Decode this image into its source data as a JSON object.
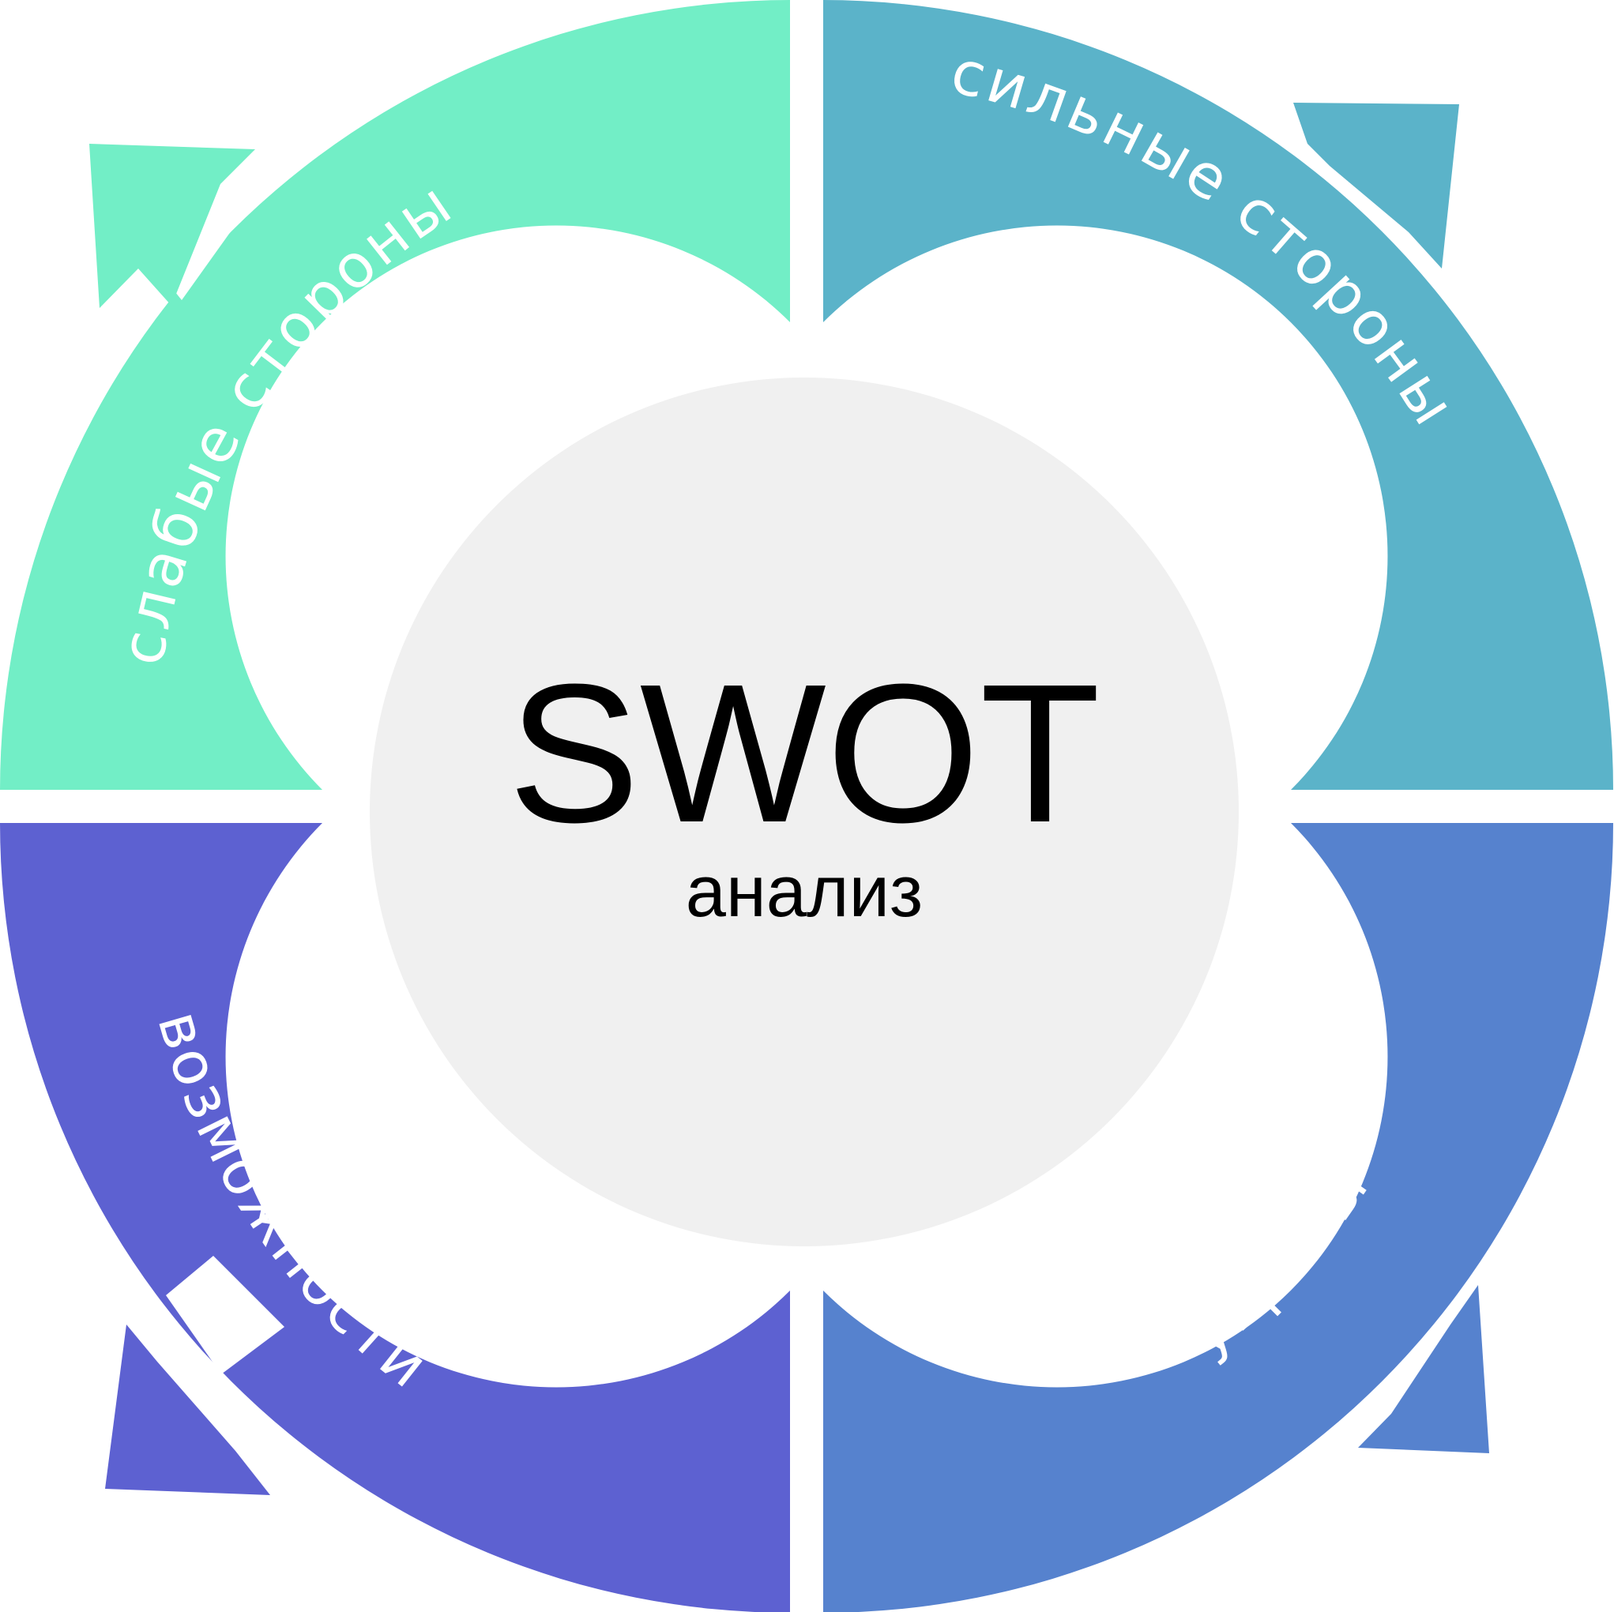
{
  "title": "SWOT",
  "subtitle": "анализ",
  "segments": [
    {
      "id": "weaknesses",
      "label": "слабые стороны",
      "color": "#72eec6"
    },
    {
      "id": "strengths",
      "label": "сильные стороны",
      "color": "#5bb3c9"
    },
    {
      "id": "opportunities",
      "label": "возможности",
      "color": "#5d61d1"
    },
    {
      "id": "threats",
      "label": "угрозы",
      "color": "#5682ce"
    }
  ],
  "center_color": "#f0f0f0"
}
